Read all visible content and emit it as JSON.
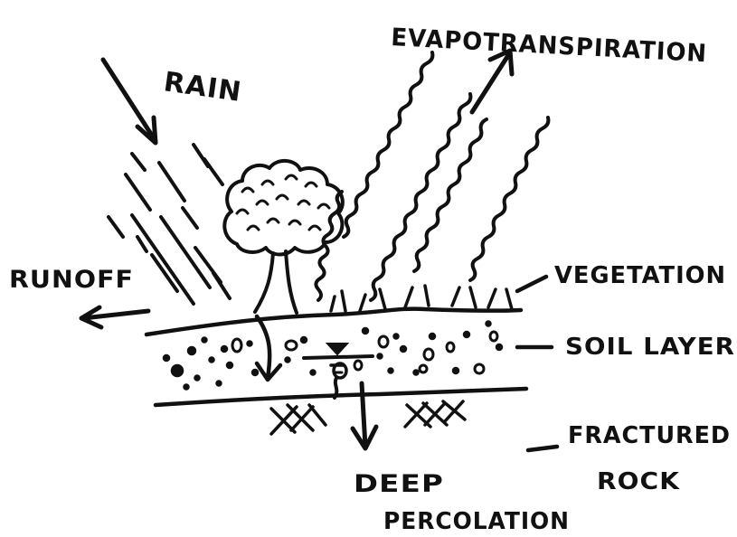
{
  "labels": {
    "evapotranspiration": "EVAPOTRANSPIRATION",
    "rain": "RAIN",
    "runoff": "RUNOFF",
    "vegetation": "VEGETATION",
    "soil_layer": "SOIL LAYER",
    "fractured_rock_line1": "FRACTURED",
    "fractured_rock_line2": "ROCK",
    "deep_percolation_line1": "DEEP",
    "deep_percolation_line2": "PERCOLATION"
  },
  "colors": {
    "ink": "#111111",
    "background": "#ffffff"
  }
}
